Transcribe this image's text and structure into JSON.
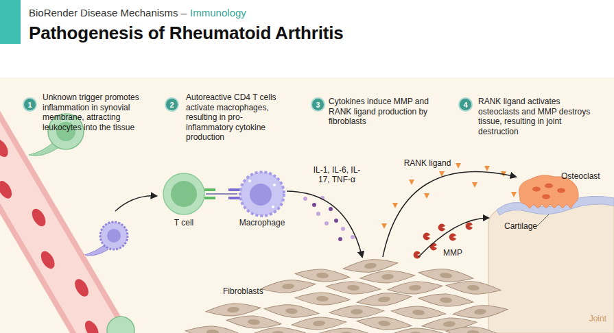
{
  "diagram": {
    "title": "Pathogenesis of Rheumatoid Arthritis",
    "nodes": [
      {
        "text": [
          "T cell"
        ]
      },
      {
        "text": [
          "Macrophage"
        ]
      },
      {
        "text": [
          "Fibroblasts"
        ]
      },
      {
        "text": [
          "Joint"
        ]
      },
      {
        "text": [
          "Cartilage"
        ]
      },
      {
        "text": [
          "Osteoclast"
        ]
      }
    ],
    "edges": [
      {
        "from": 0,
        "to": 1,
        "arrow": "none"
      },
      {
        "from": 1,
        "to": 2,
        "label": "IL-1, IL-6, IL-17, TNF-α",
        "arrow": "to"
      },
      {
        "from": 2,
        "to": 5,
        "label": "RANK ligand",
        "arrow": "to"
      },
      {
        "from": 2,
        "to": 4,
        "label": "MMP",
        "arrow": "to"
      }
    ],
    "labels": [
      "BioRender Disease Mechanisms –",
      "Immunology",
      "1",
      "Unknown trigger promotes inflammation in synovial membrane, attracting leukocytes into the tissue",
      "2",
      "Autoreactive CD4 T cells activate macrophages, resulting in pro-inflammatory cytokine production",
      "3",
      "Cytokines induce MMP and RANK ligand production by fibroblasts",
      "4",
      "RANK ligand activates osteoclasts and MMP destroys tissue, resulting in joint destruction"
    ]
  }
}
